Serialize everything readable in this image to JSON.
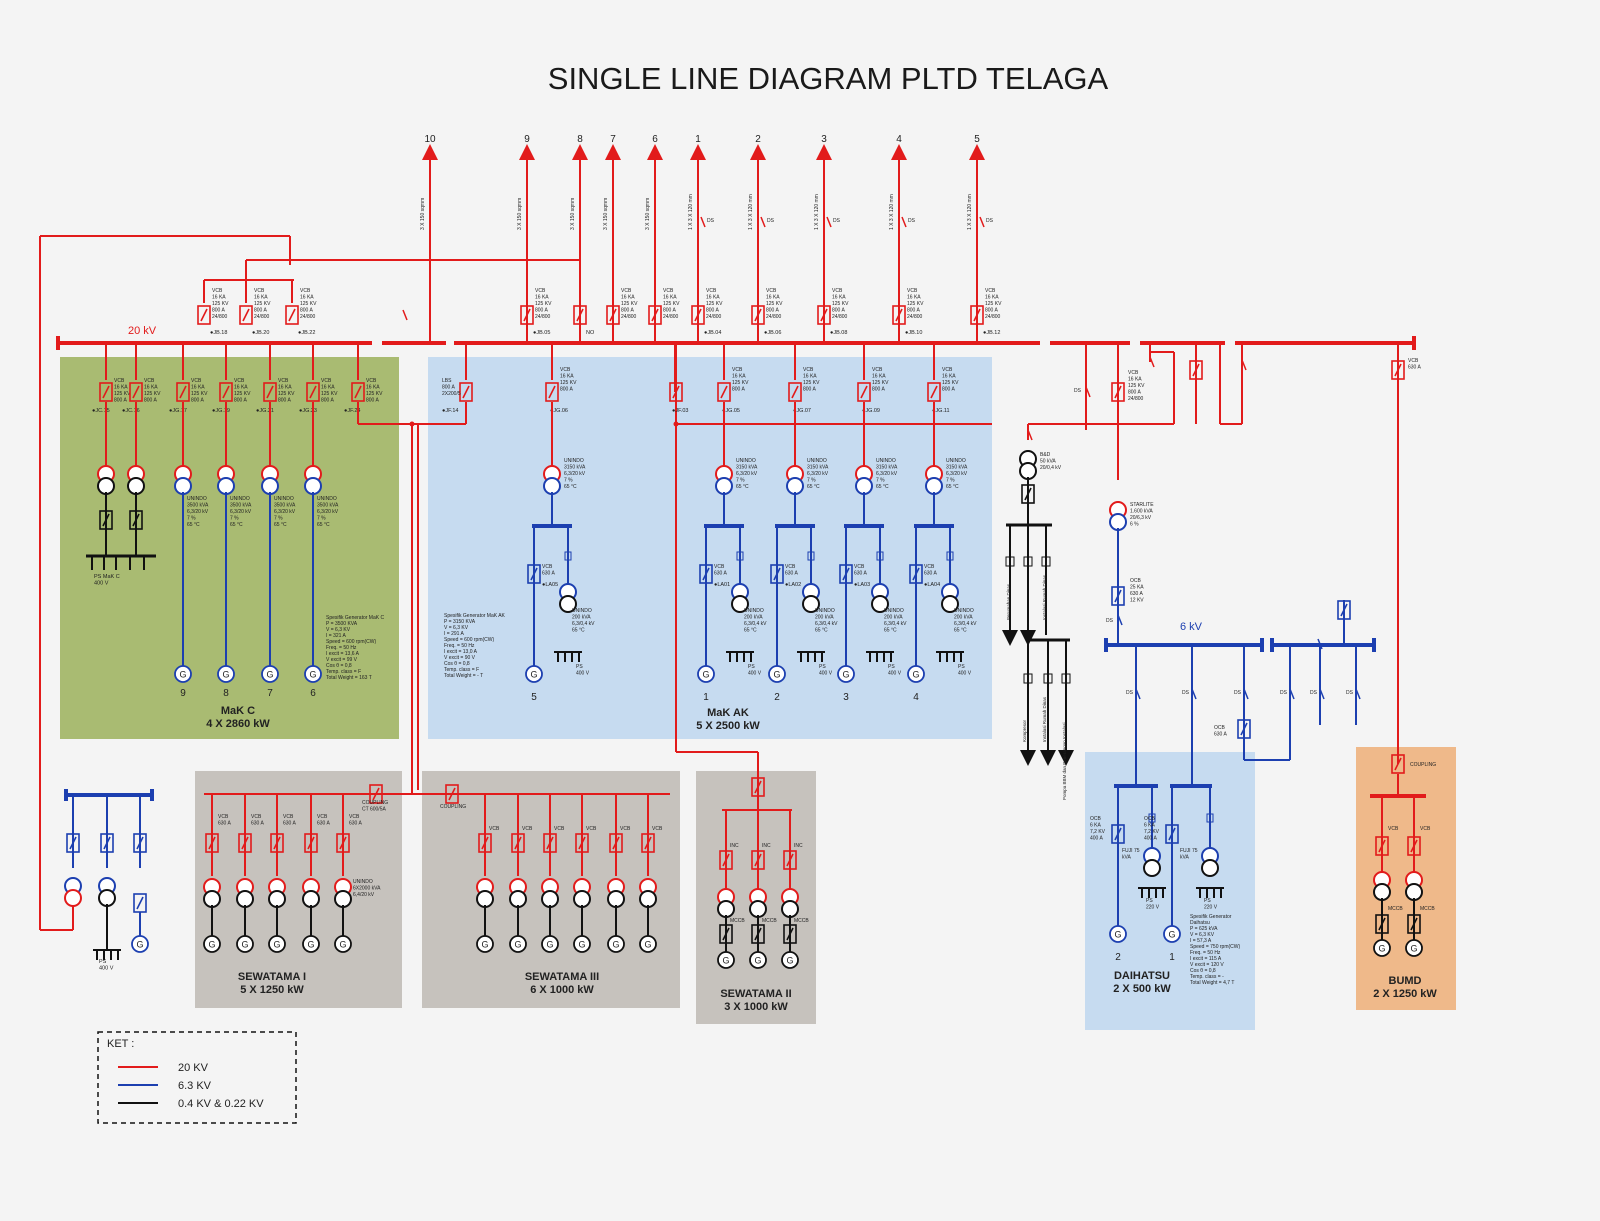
{
  "title": "SINGLE LINE DIAGRAM PLTD TELAGA",
  "colors": {
    "line_20kv": "#e21b1b",
    "line_6kv": "#1c3fb0",
    "line_low": "#111111",
    "area_mak_c": "#a9bb72",
    "area_mak_ak": "#c6dbf0",
    "area_sewatama": "#c6c2bd",
    "area_daihatsu": "#c6dbf0",
    "area_bumd": "#efb98a"
  },
  "bus_labels": {
    "bus_20kv": "20 kV",
    "bus_6kv": "6 kV"
  },
  "feeders": [
    {
      "num": "10",
      "cable": "3 X 150 sqmm"
    },
    {
      "num": "9",
      "cable": "3 X 150 sqmm"
    },
    {
      "num": "8",
      "cable": "3 X 150 sqmm"
    },
    {
      "num": "7",
      "cable": "3 X 150 sqmm"
    },
    {
      "num": "6",
      "cable": "3 X 150 sqmm"
    },
    {
      "num": "1",
      "cable": "1 X 3 X 120 mm"
    },
    {
      "num": "2",
      "cable": "1 X 3 X 120 mm"
    },
    {
      "num": "3",
      "cable": "1 X 3 X 120 mm"
    },
    {
      "num": "4",
      "cable": "1 X 3 X 120 mm"
    },
    {
      "num": "5",
      "cable": "1 X 3 X 120 mm"
    }
  ],
  "feeder_breakers": [
    {
      "code": "JB.18"
    },
    {
      "code": "JB.20"
    },
    {
      "code": "JB.22"
    },
    {
      "code": "JB.05"
    },
    {
      "code": "NO"
    },
    {
      "code": "JB.04"
    },
    {
      "code": "JB.06"
    },
    {
      "code": "JB.08"
    },
    {
      "code": "JB.10"
    },
    {
      "code": "JB.12"
    }
  ],
  "vcb_spec": [
    "VCB",
    "16 KA",
    "125 KV",
    "800 A",
    "24/800"
  ],
  "mak_c": {
    "name": "MaK C",
    "capacity": "4 X 2860 kW",
    "gens": [
      "9",
      "8",
      "7",
      "6"
    ],
    "breakers": [
      "JC.15",
      "JC.16",
      "JG.17",
      "JG.19",
      "JG.21",
      "JG.23",
      "JF.24"
    ],
    "trafo": [
      "UNINDO",
      "3500 kVA",
      "6,3/20 kV",
      "7 %",
      "65 °C"
    ],
    "ps": [
      "PS MaK C",
      "400 V"
    ],
    "spec": [
      "Spesifik Generator MaK C",
      "P = 3500 KVA",
      "V = 6,3 KV",
      "I = 321 A",
      "Speed = 600 rpm(CW)",
      "Freq. = 50 Hz",
      "I excit = 13,6 A",
      "V excit = 99 V",
      "Cos θ = 0,8",
      "Temp. class = F",
      "Total Weight = 163 T"
    ]
  },
  "mak_ak": {
    "name": "MaK AK",
    "capacity": "5 X 2500 kW",
    "gens": [
      "5",
      "1",
      "2",
      "3",
      "4"
    ],
    "breakers": [
      "JF.14",
      "JG.06",
      "JF.03",
      "JG.05",
      "JG.07",
      "JG.09",
      "JG.11"
    ],
    "lbs": [
      "LBS",
      "800 A",
      "2X200/5"
    ],
    "trafo": [
      "UNINDO",
      "3150 kVA",
      "6,3/20 kV",
      "7 %",
      "65 °C"
    ],
    "aux_trafo": [
      "UNINDO",
      "200 kVA",
      "6,3/0,4 kV",
      "65 °C"
    ],
    "la": [
      "LA05",
      "LA01",
      "LA02",
      "LA03",
      "LA04"
    ],
    "ps": [
      "PS",
      "400 V"
    ],
    "spec": [
      "Spesifik Generator MaK AK",
      "P = 3150 KVA",
      "V = 6,3 KV",
      "I = 291 A",
      "Speed = 600 rpm(CW)",
      "Freq. = 50 Hz",
      "I excit = 13,0 A",
      "V excit = 90 V",
      "Cos θ = 0,8",
      "Temp. class = F",
      "Total Weight = - T"
    ]
  },
  "sewatama_1": {
    "name": "SEWATAMA I",
    "capacity": "5 X 1250 kW",
    "coupling": [
      "COUPLING",
      "CT 600/5A"
    ],
    "trafo": [
      "UNINDO",
      "6X2000 kVA",
      "6,4/20 kV"
    ]
  },
  "sewatama_3": {
    "name": "SEWATAMA III",
    "capacity": "6 X 1000 kW",
    "coupling": "COUPLING"
  },
  "sewatama_2": {
    "name": "SEWATAMA II",
    "capacity": "3 X 1000 kW",
    "inc": "INC",
    "mccb": "MCCB"
  },
  "daihatsu": {
    "name": "DAIHATSU",
    "capacity": "2 X 500 kW",
    "gens": [
      "2",
      "1"
    ],
    "ocb": [
      "OCB",
      "6 KA",
      "7,2 KV",
      "400 A"
    ],
    "aux": [
      "FUJI 75",
      "kVA"
    ],
    "ps": [
      "PS",
      "220 V"
    ],
    "spec": [
      "Spesifik Generator",
      "Daihatsu",
      "P = 625 kVA",
      "V = 6,3 KV",
      "I = 57,3 A",
      "Speed = 750 rpm(CW)",
      "Freq. = 50 Hz",
      "I excit = 115 A",
      "V excit = 120 V",
      "Cos θ = 0,8",
      "Temp. class = -",
      "Total Weight = 4,7 T"
    ]
  },
  "bumd": {
    "name": "BUMD",
    "capacity": "2 X 1250 kW",
    "coupling": "COUPLING",
    "vcb": "VCB",
    "mccb": "MCCB",
    "breaker": [
      "VCB",
      "630 A"
    ]
  },
  "starlite": [
    "STARLITE",
    "1.600 kVA",
    "20/6,3 kV",
    "6 %"
  ],
  "ocb_6kv": [
    "OCB",
    "25 KA",
    "630 A",
    "12 KV"
  ],
  "b_and_d": [
    "B&D",
    "50 kVA",
    "20/0,4 kV"
  ],
  "aux_loads": [
    "Perumahan Dinas",
    "Instalasi Rumah Dinas",
    "Kompresor",
    "Instalasi Rumah Dinas",
    "Pompa BBM dan Penerangan Instalasi"
  ],
  "ps_left": [
    "PS",
    "400 V"
  ],
  "ds": "DS",
  "ocb_small": [
    "OCB",
    "630 A"
  ],
  "legend": {
    "title": "KET :",
    "items": [
      {
        "label": "20 KV",
        "color": "#e21b1b"
      },
      {
        "label": "6.3 KV",
        "color": "#1c3fb0"
      },
      {
        "label": "0.4 KV  &  0.22 KV",
        "color": "#111111"
      }
    ]
  }
}
